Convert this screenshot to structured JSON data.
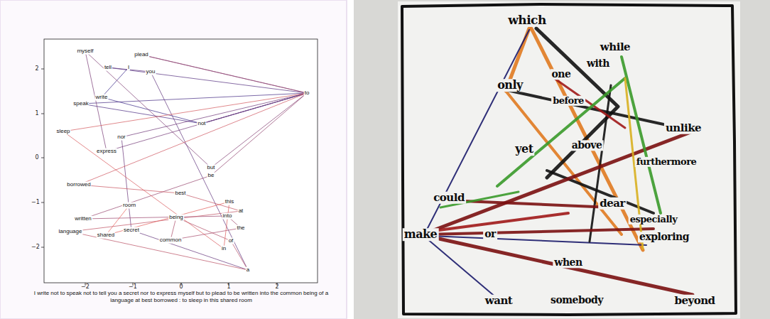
{
  "diagram": {
    "caption": "I write not to speak not to tell you a secret nor to express myself but to plead to be written into the common being of a language at best borrowed : to sleep in this shared room",
    "labels": [
      "myself",
      "plead",
      "tell",
      "I",
      "you",
      "to",
      "write",
      "speak",
      "not",
      "sleep",
      "nor",
      "express",
      "but",
      "be",
      "borrowed",
      "best",
      "this",
      "room",
      "at",
      "into",
      "being",
      "written",
      "the",
      "secret",
      "language",
      "shared",
      "common",
      "of",
      "in",
      "a",
      "2",
      "1",
      "0",
      "−1",
      "−2",
      "−2",
      "−1",
      "0",
      "1",
      "2",
      "which",
      "while",
      "one",
      "with",
      "only",
      "before",
      "unlike",
      "yet",
      "above",
      "furthermore",
      "could",
      "dear",
      "especially",
      "make",
      "or",
      "exploring",
      "when",
      "want",
      "somebody",
      "beyond"
    ]
  }
}
